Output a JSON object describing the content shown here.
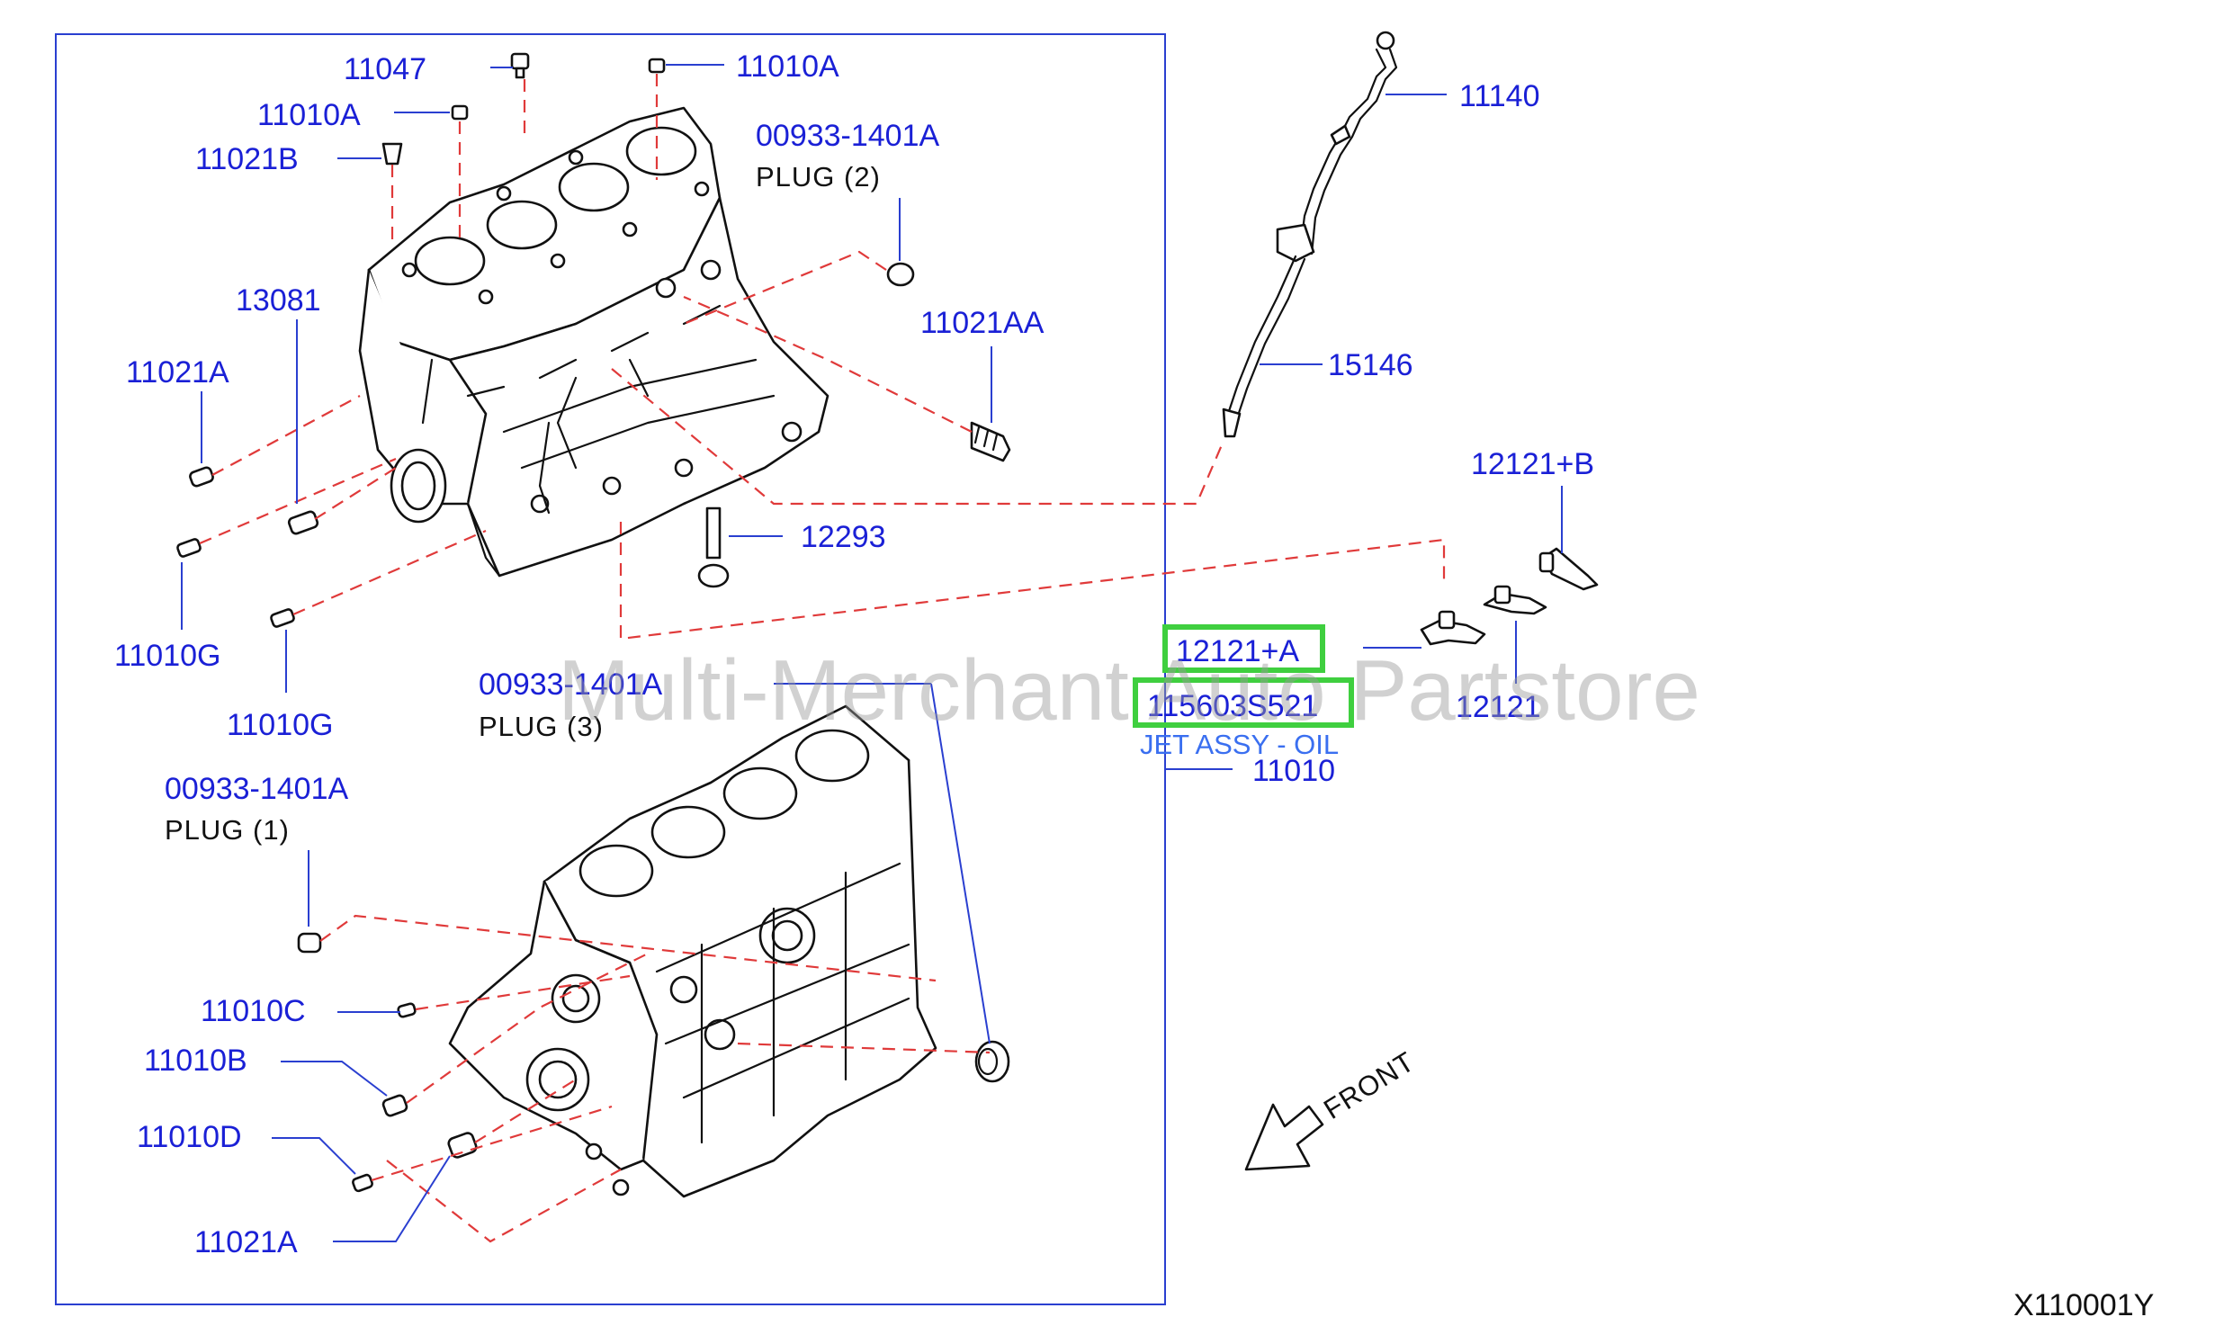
{
  "diagram": {
    "watermark": "Multi-Merchant Auto Partstore",
    "diagram_code": "X110001Y",
    "front_label": "FRONT",
    "highlight_color": "#3fcf3f",
    "label_color": "#1a20d6",
    "leader_color": "#e03a3a",
    "labels": {
      "p11047": "11047",
      "p11010A_top": "11010A",
      "p11010A_left": "11010A",
      "p11021B": "11021B",
      "p00933_2": "00933-1401A",
      "plug2": "PLUG   (2)",
      "p13081": "13081",
      "p11021A_top": "11021A",
      "p11021AA": "11021AA",
      "p12293": "12293",
      "p11010G_1": "11010G",
      "p11010G_2": "11010G",
      "p00933_3": "00933-1401A",
      "plug3": "PLUG   (3)",
      "p00933_1": "00933-1401A",
      "plug1": "PLUG   (1)",
      "p11010C": "11010C",
      "p11010B": "11010B",
      "p11010D": "11010D",
      "p11021A_bottom": "11021A",
      "p11140": "11140",
      "p15146": "15146",
      "p12121B": "12121+B",
      "p12121A": "12121+A",
      "p115603S521": "115603S521",
      "jet_desc": "JET ASSY - OIL",
      "p12121": "12121",
      "p11010": "11010"
    }
  }
}
